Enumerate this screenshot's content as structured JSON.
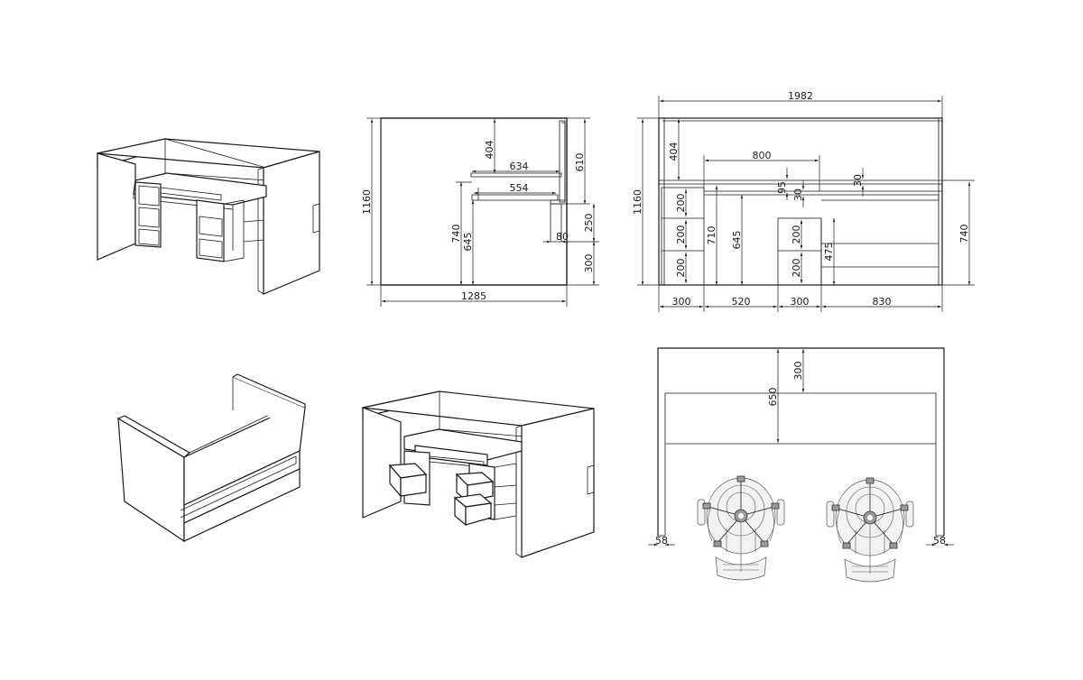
{
  "views": {
    "iso_top_left": "isometric-desk-left-view",
    "iso_bottom_left": "isometric-reception-front",
    "iso_bottom_center": "isometric-desk-drawers-open",
    "side_section": "side-section-view",
    "front_elevation": "front-elevation-view",
    "plan_view": "plan-view-with-chairs"
  },
  "side_dims": {
    "height_total": "1160",
    "upper_404": "404",
    "shelf_634": "634",
    "top_610": "610",
    "desk_554": "554",
    "desk_740": "740",
    "desk_645": "645",
    "step_250": "250",
    "step_80": "80",
    "base_300": "300",
    "width_1285": "1285"
  },
  "front_dims": {
    "width_1982": "1982",
    "height_1160": "1160",
    "upper_404": "404",
    "span_800": "800",
    "gap_95": "95",
    "gap_30a": "30",
    "gap_30b": "30",
    "drawer_200_1": "200",
    "drawer_200_2": "200",
    "drawer_200_3": "200",
    "drawer_200_4": "200",
    "drawer_200_5": "200",
    "h_710": "710",
    "h_645": "645",
    "h_475": "475",
    "h_740": "740",
    "w_300a": "300",
    "w_520": "520",
    "w_300b": "300",
    "w_830": "830"
  },
  "plan_dims": {
    "depth_300": "300",
    "depth_650": "650",
    "side_58_left": "58",
    "side_58_right": "58"
  },
  "colors": {
    "line": "#1a1a1a",
    "background": "#ffffff",
    "chair_outline": "#555555"
  }
}
